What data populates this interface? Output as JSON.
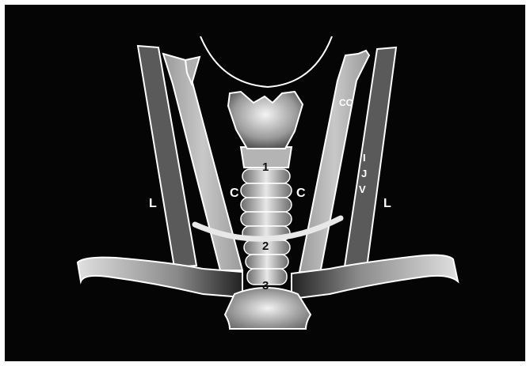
{
  "diagram": {
    "labels": {
      "left_L": "L",
      "right_L": "L",
      "left_C": "C",
      "right_C": "C",
      "cc": "CC",
      "ijv": [
        "I",
        "J",
        "V"
      ],
      "level_1": "1",
      "level_2": "2",
      "level_3": "3"
    },
    "colors": {
      "background": "#050505",
      "vessel_light": "#b8b8b8",
      "vessel_dark": "#5a5a5a",
      "outline": "#ffffff"
    }
  }
}
